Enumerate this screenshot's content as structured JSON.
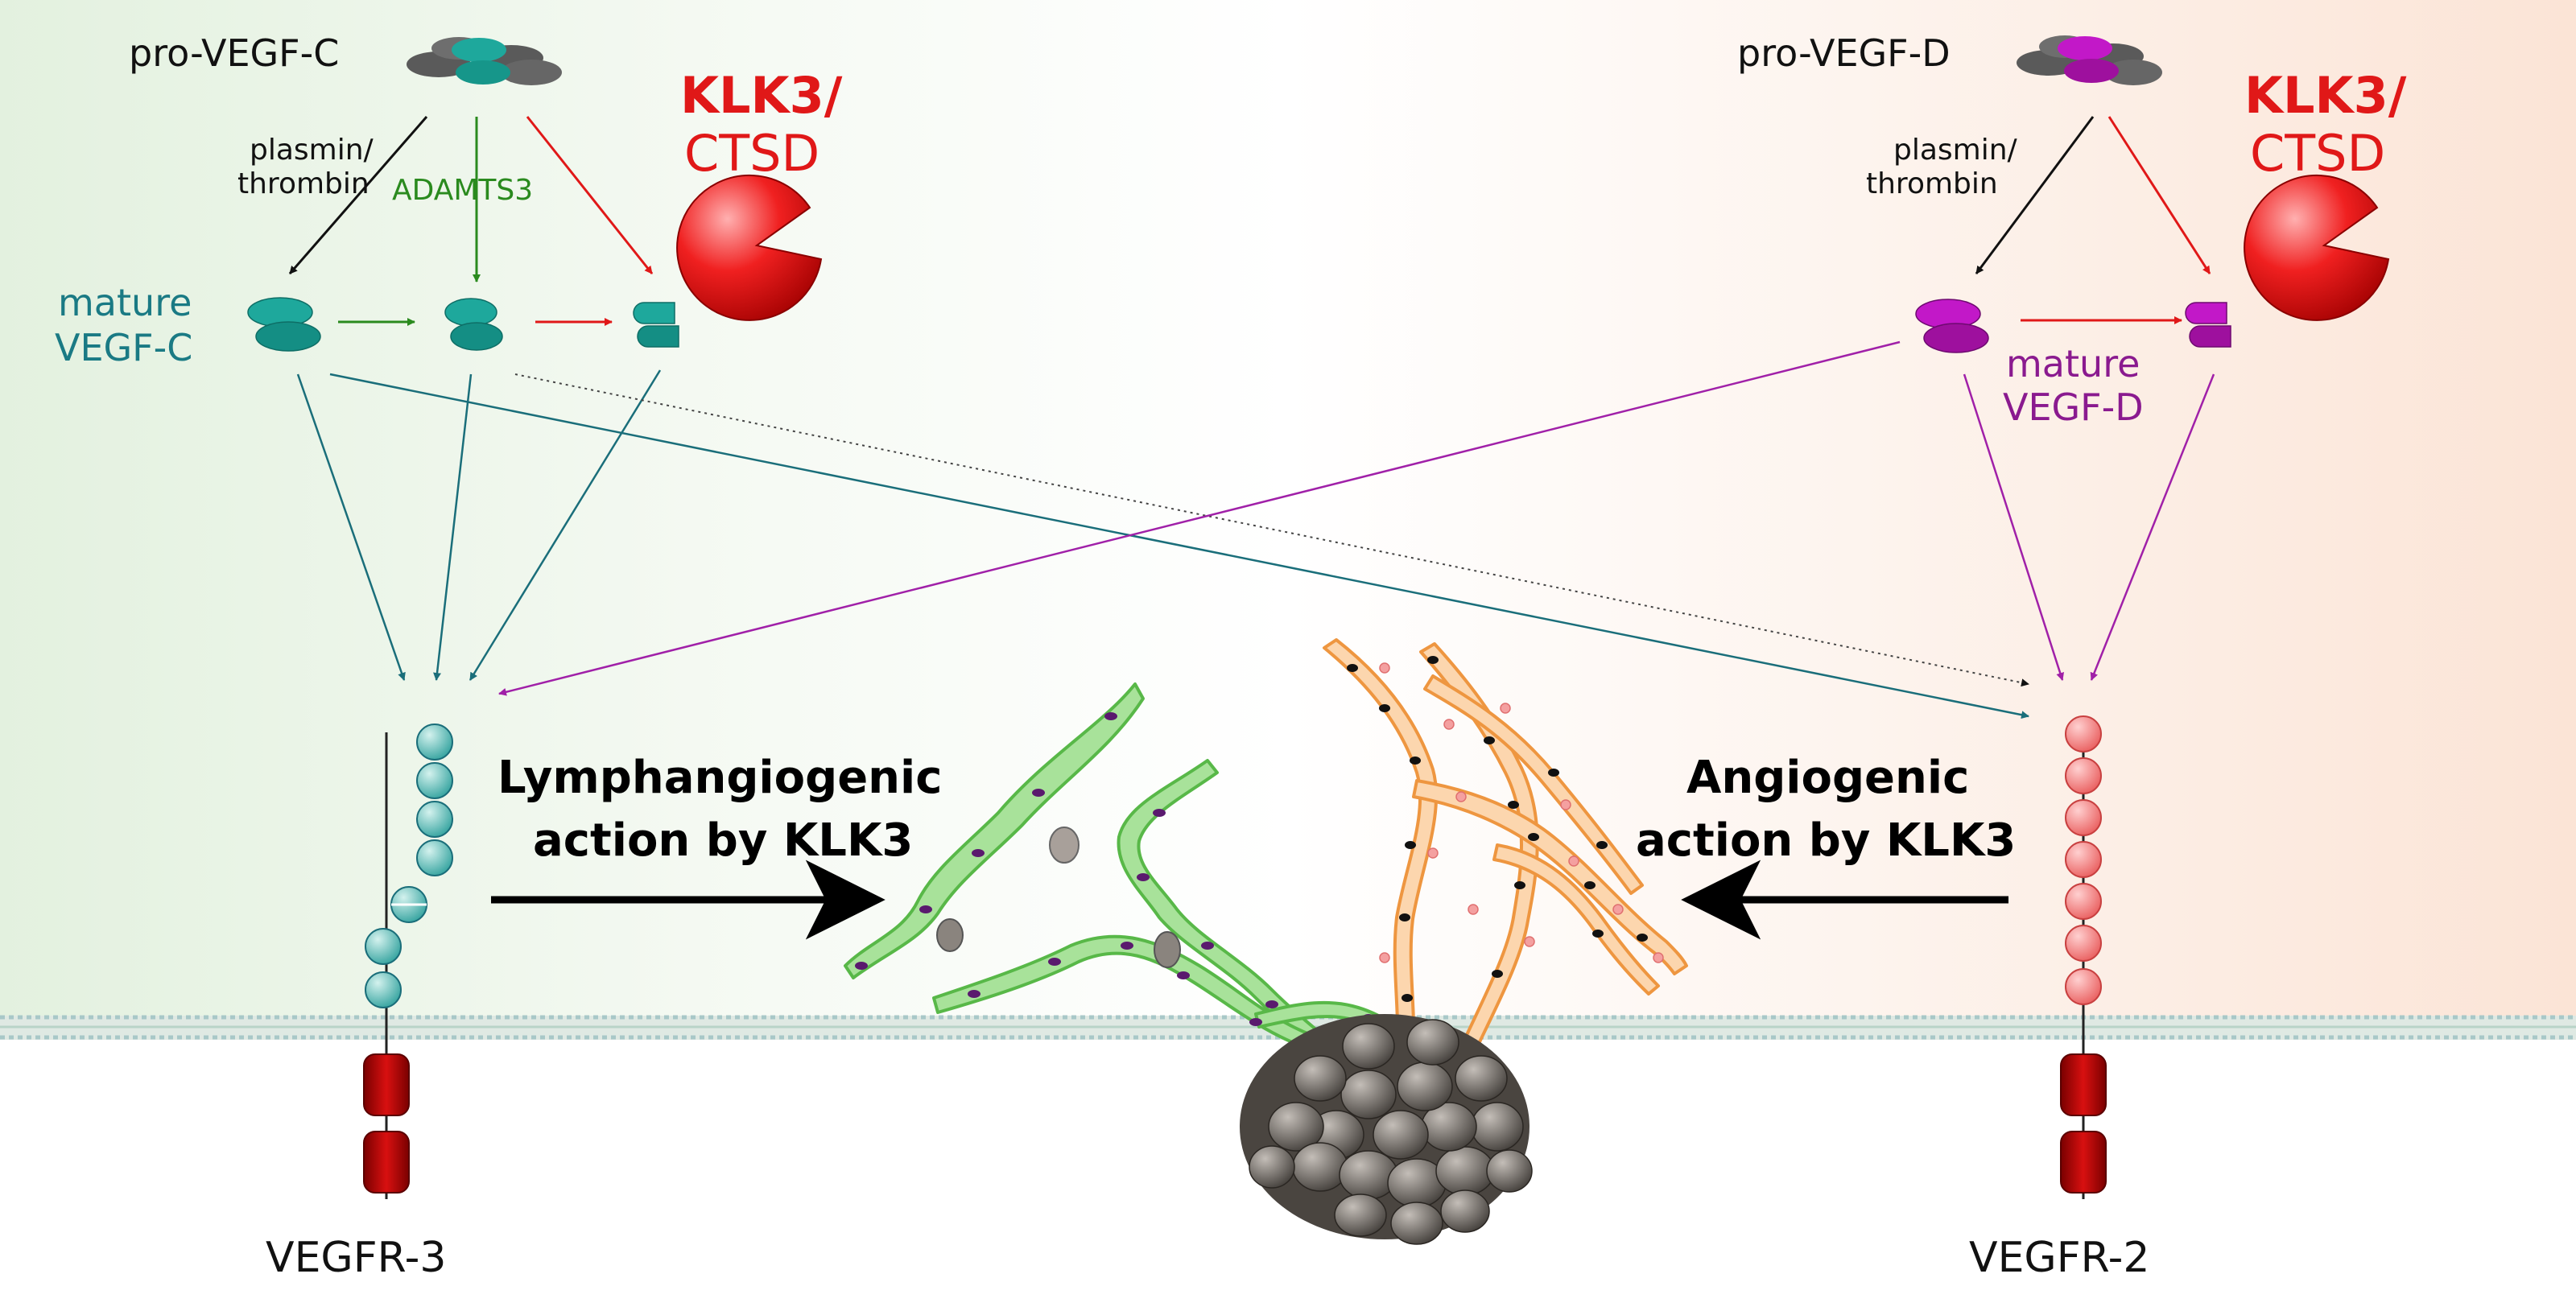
{
  "labels": {
    "pro_vegf_c": "pro-VEGF-C",
    "pro_vegf_d": "pro-VEGF-D",
    "plasmin_left_1": "plasmin/",
    "plasmin_left_2": "thrombin",
    "plasmin_right_1": "plasmin/",
    "plasmin_right_2": "thrombin",
    "adamts3": "ADAMTS3",
    "klk3_left": "KLK3/",
    "ctsd_left": "CTSD",
    "klk3_right": "KLK3/",
    "ctsd_right": "CTSD",
    "mature_vegf_c_1": "mature",
    "mature_vegf_c_2": "VEGF-C",
    "mature_vegf_d_1": "mature",
    "mature_vegf_d_2": "VEGF-D",
    "lymph_1": "Lymphangiogenic",
    "lymph_2": "action by KLK3",
    "angio_1": "Angiogenic",
    "angio_2": "action by KLK3",
    "vegfr3": "VEGFR-3",
    "vegfr2": "VEGFR-2"
  },
  "colors": {
    "teal": "#1fa59a",
    "teal_dark": "#1a6e7a",
    "magenta": "#b01ab8",
    "purple_text": "#8a1a8f",
    "red": "#e01818",
    "green": "#2a8a1e",
    "receptor_dark_red": "#b30000",
    "vegfr2_salmon": "#f07070",
    "lymph_green": "#6cc65a",
    "blood_orange": "#f0a050",
    "tumor_gray": "#6a645e"
  }
}
